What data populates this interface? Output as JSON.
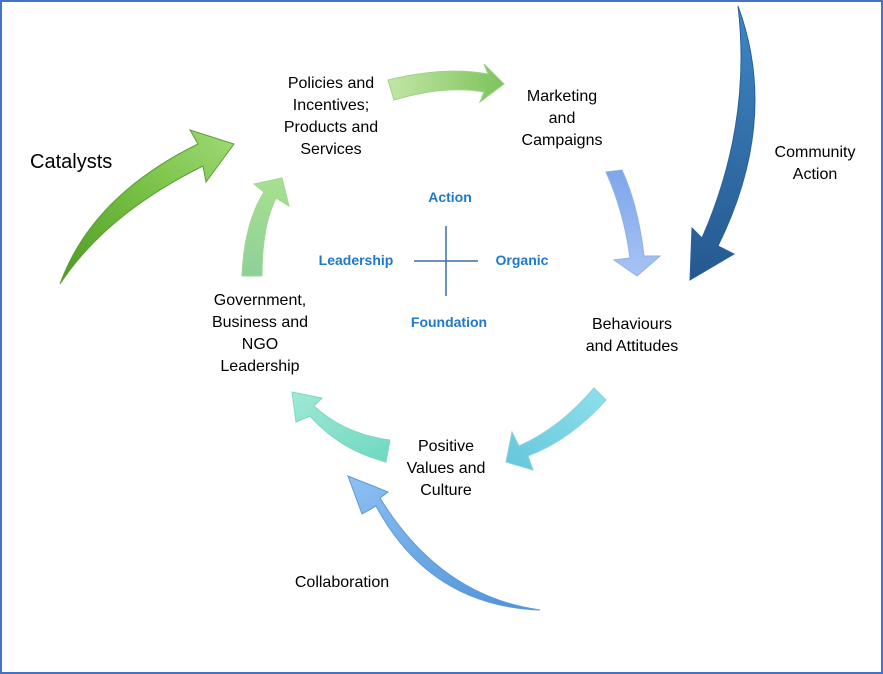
{
  "nodes": {
    "policies": "Policies and\nIncentives;\nProducts and\nServices",
    "marketing": "Marketing\nand\nCampaigns",
    "behaviours": "Behaviours\nand Attitudes",
    "values": "Positive\nValues and\nCulture",
    "leadership": "Government,\nBusiness and\nNGO\nLeadership"
  },
  "external": {
    "catalysts": "Catalysts",
    "community": "Community\nAction",
    "collaboration": "Collaboration"
  },
  "axes": {
    "top": "Action",
    "left": "Leadership",
    "right": "Organic",
    "bottom": "Foundation"
  },
  "colors": {
    "frame": "#4472c4",
    "axis_text": "#1f78c8",
    "arrow_green": "#8fce7f",
    "arrow_blue": "#7fa6ea",
    "arrow_cyan": "#7fd6e0",
    "arrow_teal": "#83e0c4",
    "catalysts_arrow": "#5aa02c",
    "community_arrow": "#2e6aa8",
    "collaboration_arrow": "#5b9ee0"
  },
  "icons": {
    "cycle": "curved-arrow",
    "center": "cross-lines"
  }
}
